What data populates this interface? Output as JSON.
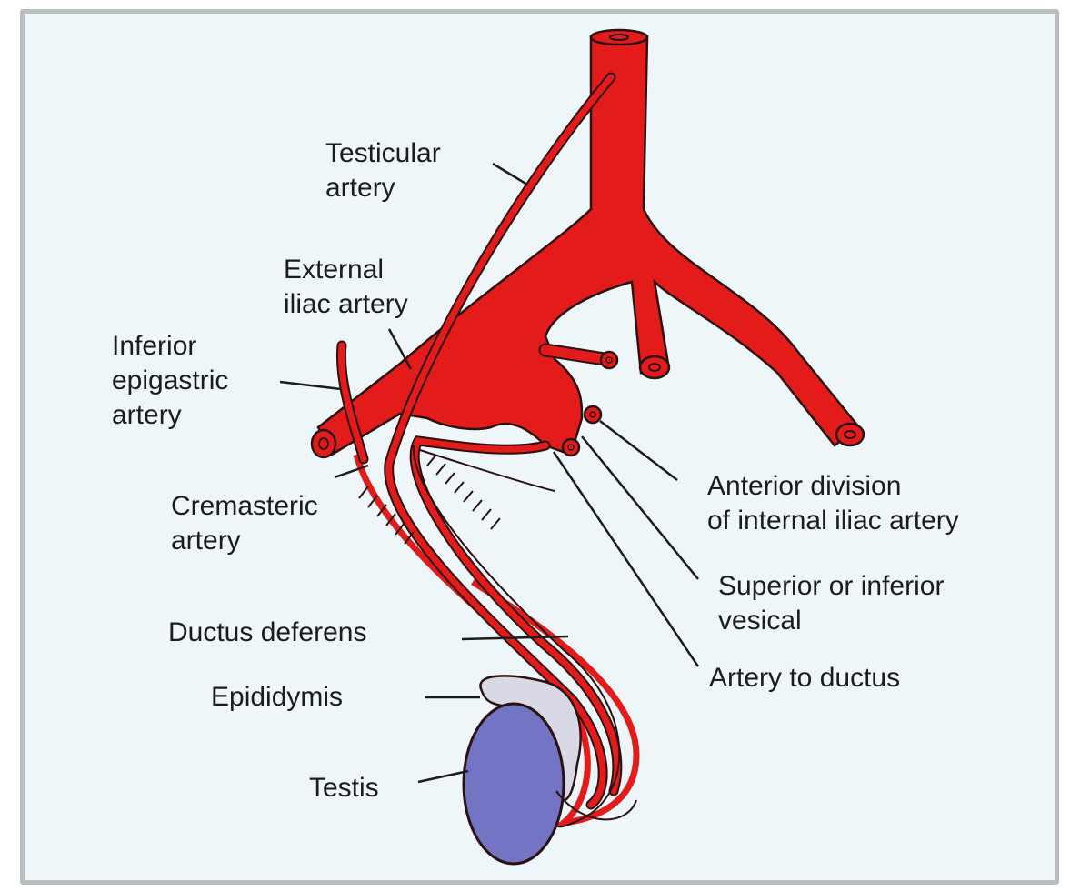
{
  "colors": {
    "artery": "#e31b1b",
    "outline": "#2b1111",
    "testis": "#7474c4",
    "epididymis": "#d9d9e6",
    "background": "#eef6f9"
  },
  "labels": {
    "testicular_line1": "Testicular",
    "testicular_line2": "artery",
    "external_iliac_line1": "External",
    "external_iliac_line2": "iliac artery",
    "inferior_epigastric_line1": "Inferior",
    "inferior_epigastric_line2": "epigastric",
    "inferior_epigastric_line3": "artery",
    "cremasteric_line1": "Cremasteric",
    "cremasteric_line2": "artery",
    "ductus_deferens": "Ductus deferens",
    "epididymis": "Epididymis",
    "testis": "Testis",
    "anterior_division_line1": "Anterior division",
    "anterior_division_line2": "of internal iliac artery",
    "vesical_line1": "Superior or inferior",
    "vesical_line2": "vesical",
    "artery_to_ductus": "Artery to ductus"
  }
}
